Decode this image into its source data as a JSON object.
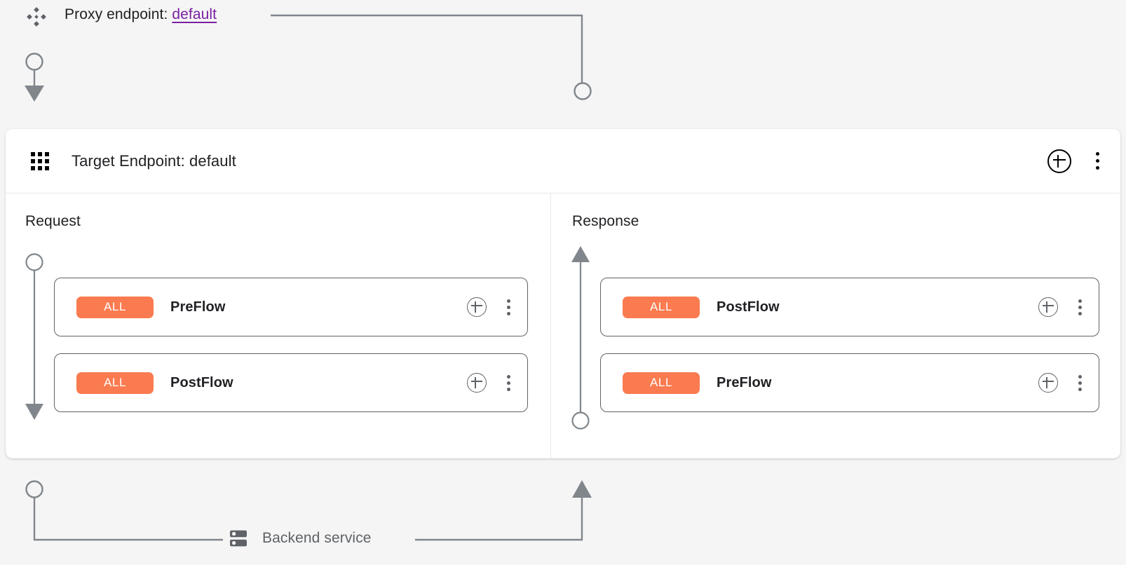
{
  "proxy": {
    "icon": "hub-diamond-icon",
    "label_prefix": "Proxy endpoint: ",
    "endpoint_name": "default",
    "link_color": "#7b1fa2"
  },
  "target_panel": {
    "icon": "apps-grid-icon",
    "title": "Target Endpoint: default",
    "actions": {
      "add_label": "add-circle-icon",
      "menu_label": "more-vert-icon"
    },
    "columns": [
      {
        "key": "request",
        "title": "Request",
        "flows": [
          {
            "badge": "ALL",
            "name": "PreFlow"
          },
          {
            "badge": "ALL",
            "name": "PostFlow"
          }
        ]
      },
      {
        "key": "response",
        "title": "Response",
        "flows": [
          {
            "badge": "ALL",
            "name": "PostFlow"
          },
          {
            "badge": "ALL",
            "name": "PreFlow"
          }
        ]
      }
    ]
  },
  "backend": {
    "icon": "server-rack-icon",
    "label": "Backend service"
  },
  "colors": {
    "badge_orange": "#fa7b50",
    "connector_gray": "#80868b",
    "canvas_bg": "#f5f5f5",
    "panel_bg": "#ffffff",
    "text_primary": "#202124",
    "text_secondary": "#5f6368"
  }
}
